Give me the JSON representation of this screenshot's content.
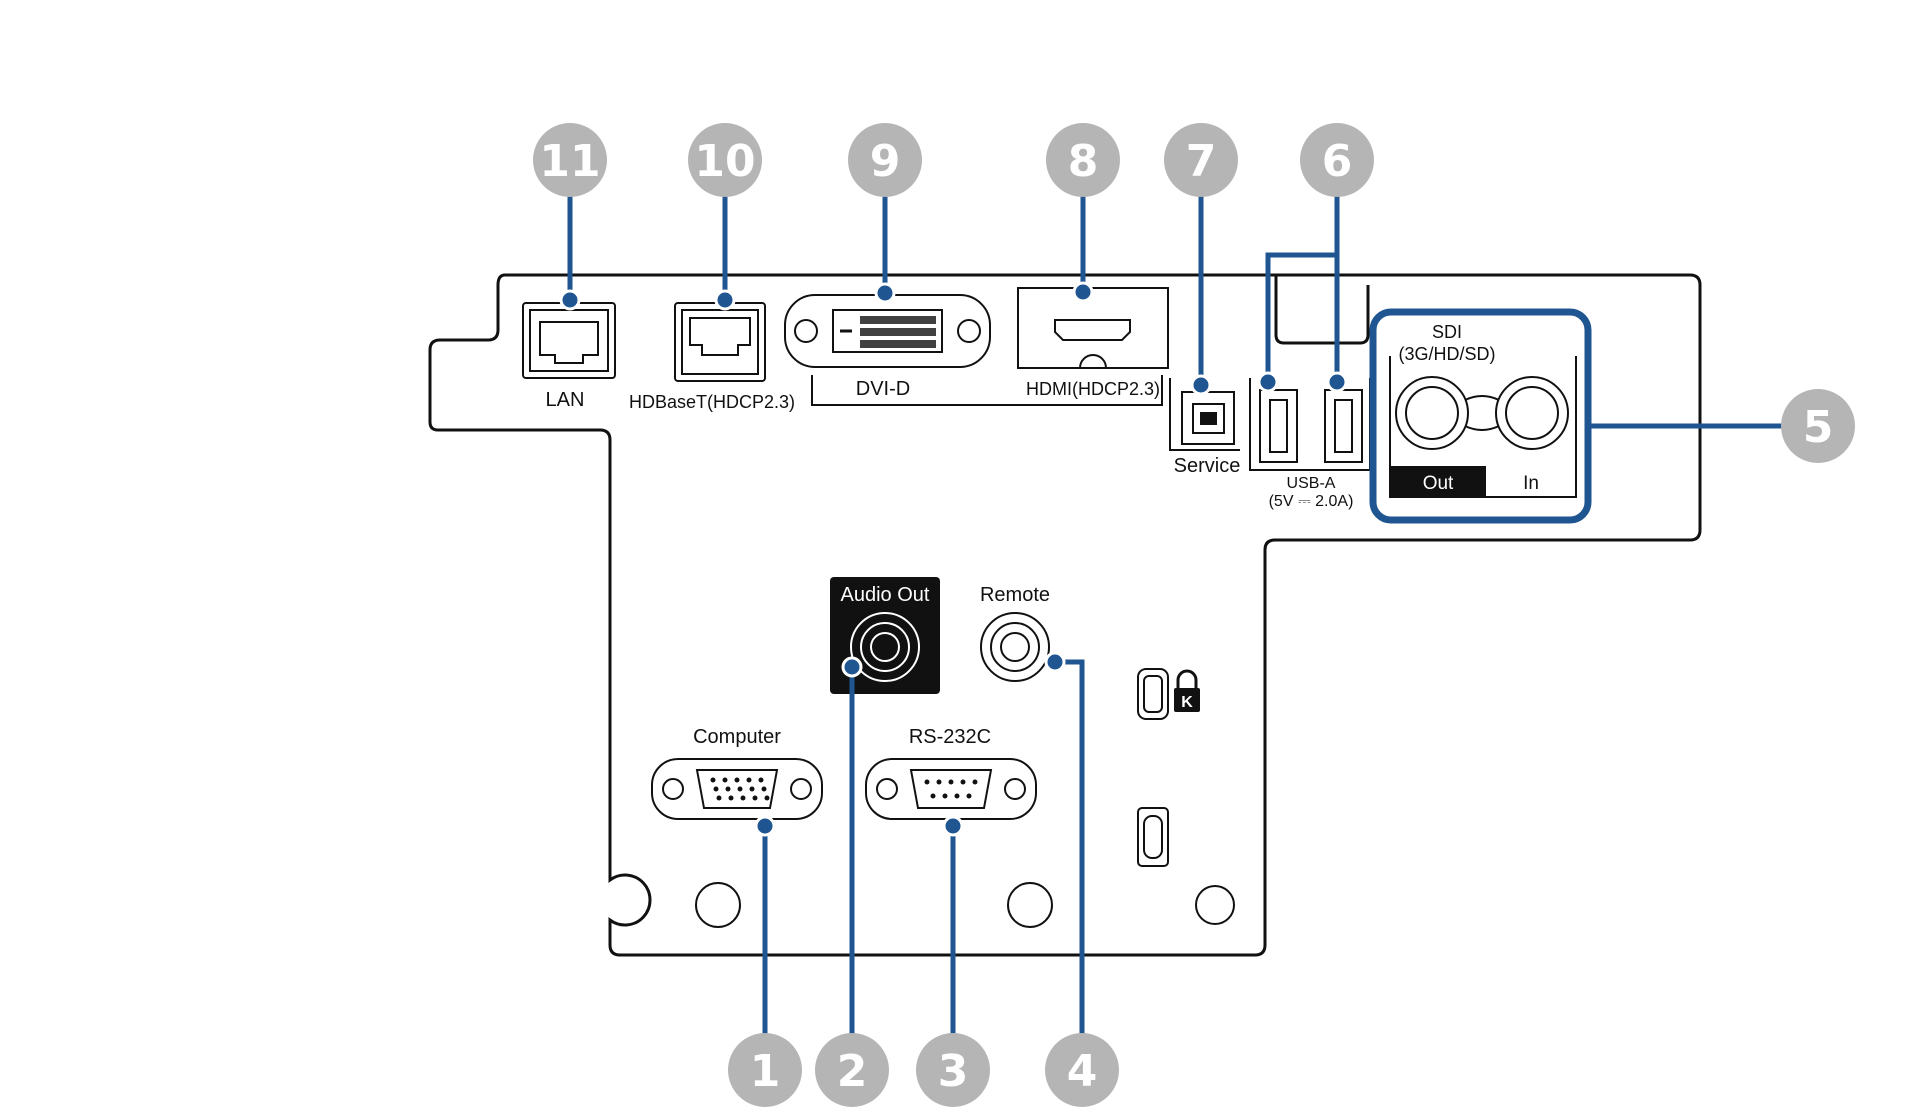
{
  "colors": {
    "callout": "#1f5590",
    "badge": "#b5b5b5",
    "line": "#111111"
  },
  "icons": {
    "kensington": "kensington-lock-icon"
  },
  "callouts": [
    {
      "num": "1",
      "port": "Computer"
    },
    {
      "num": "2",
      "port": "Audio Out"
    },
    {
      "num": "3",
      "port": "RS-232C"
    },
    {
      "num": "4",
      "port": "Remote"
    },
    {
      "num": "5",
      "port": "SDI (3G/HD/SD)"
    },
    {
      "num": "6",
      "port": "USB-A (5V ⎓ 2.0A)"
    },
    {
      "num": "7",
      "port": "Service"
    },
    {
      "num": "8",
      "port": "HDMI(HDCP2.3)"
    },
    {
      "num": "9",
      "port": "DVI-D"
    },
    {
      "num": "10",
      "port": "HDBaseT(HDCP2.3)"
    },
    {
      "num": "11",
      "port": "LAN"
    }
  ],
  "labels": {
    "lan": "LAN",
    "hdbaset": "HDBaseT(HDCP2.3)",
    "dvid": "DVI-D",
    "hdmi": "HDMI(HDCP2.3)",
    "service": "Service",
    "usba_line1": "USB-A",
    "usba_line2": "(5V ⎓ 2.0A)",
    "sdi_line1": "SDI",
    "sdi_line2": "(3G/HD/SD)",
    "sdi_out": "Out",
    "sdi_in": "In",
    "audio_out": "Audio Out",
    "remote": "Remote",
    "computer": "Computer",
    "rs232c": "RS-232C"
  }
}
